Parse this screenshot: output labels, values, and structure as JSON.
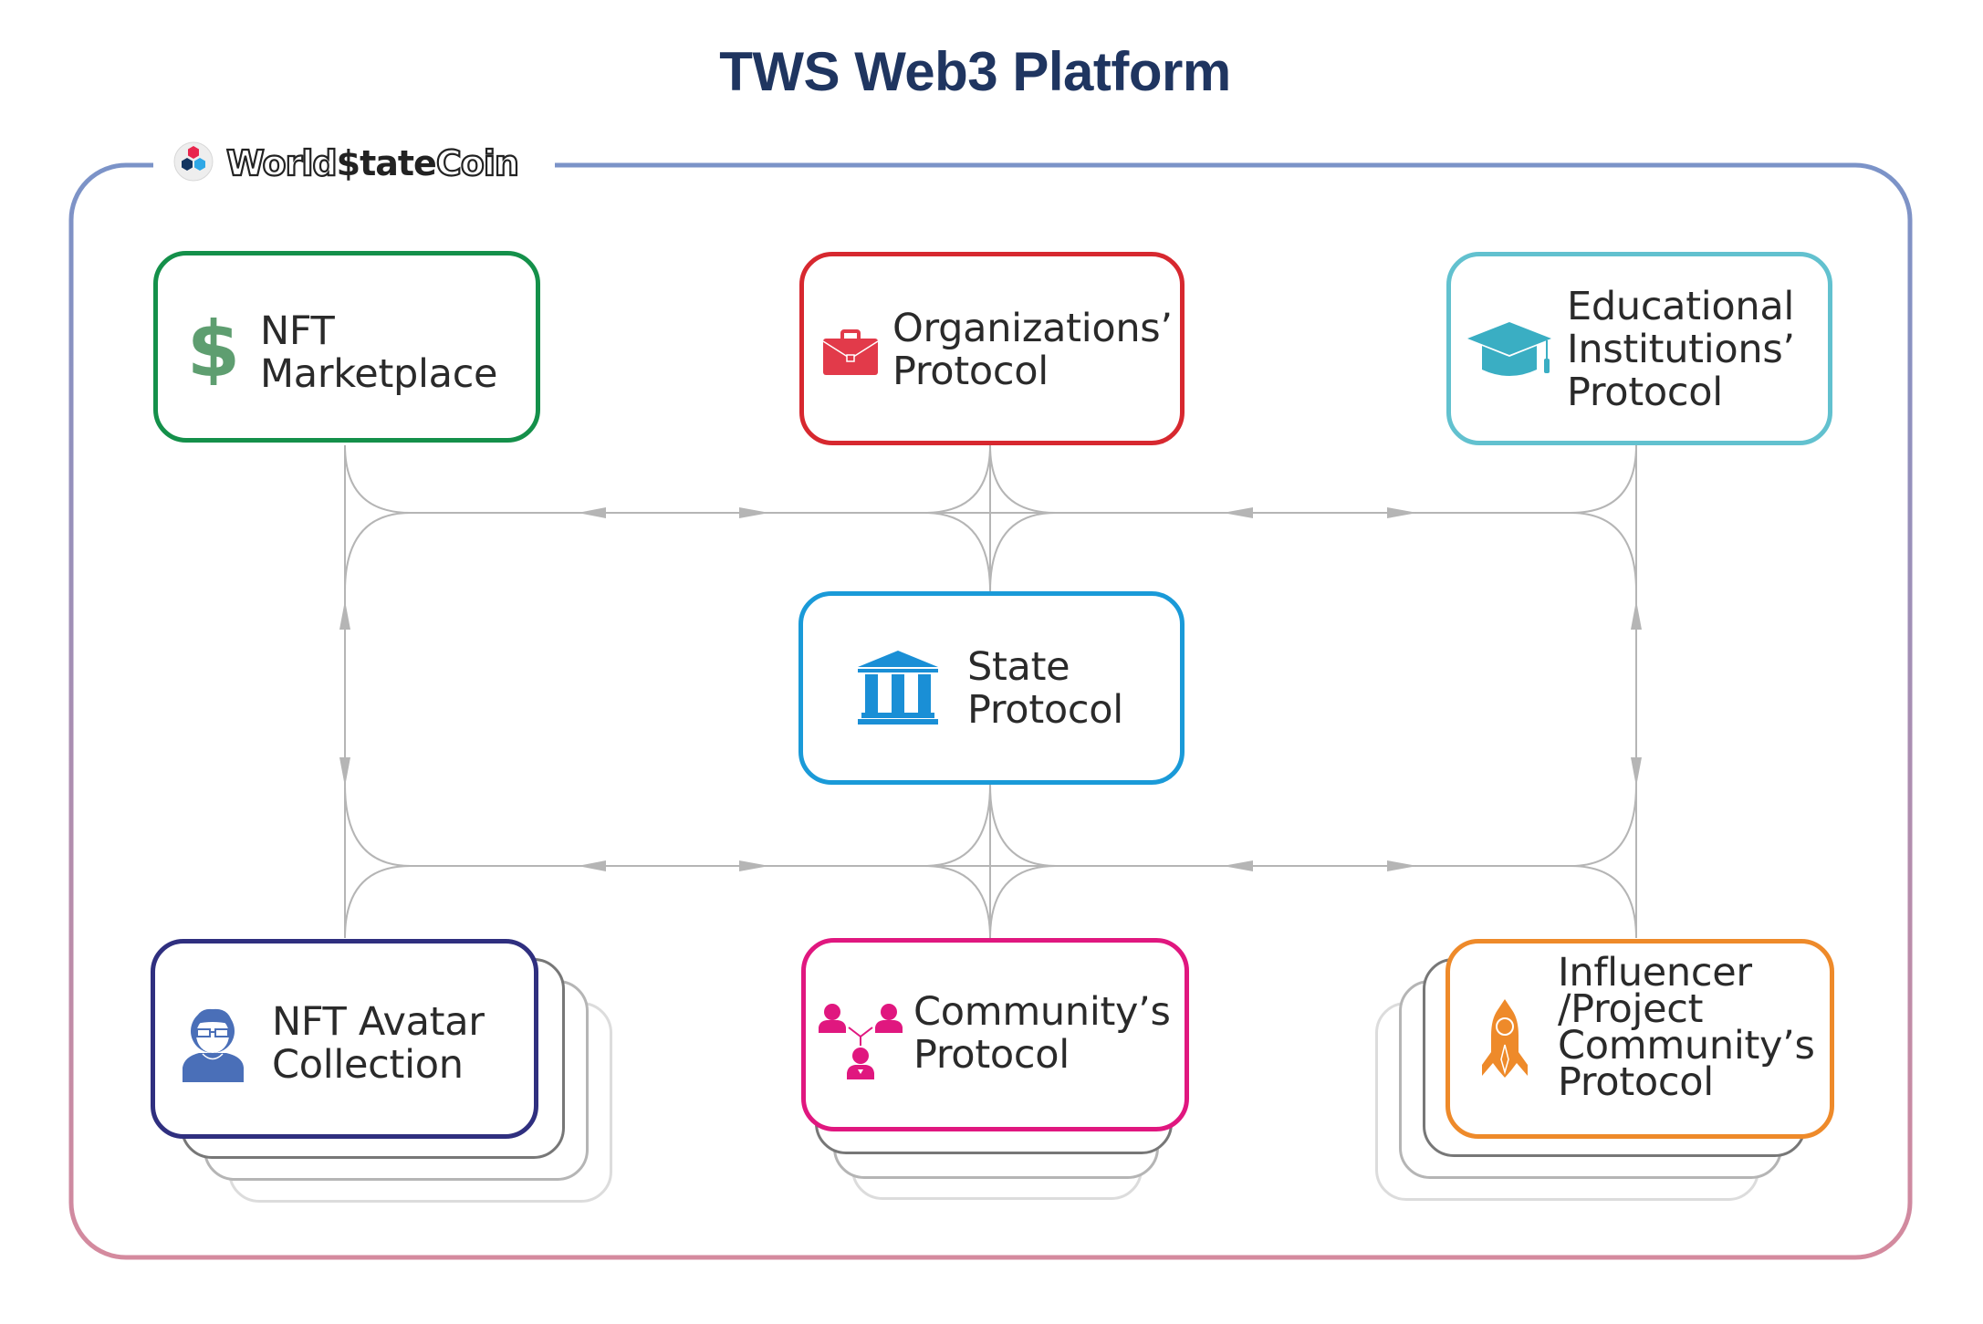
{
  "title": "TWS Web3 Platform",
  "logo": {
    "icon": "worldstatecoin-hexagon-logo-icon",
    "text_part1": "World",
    "text_part2": "$tate",
    "text_part3": "Coin"
  },
  "colors": {
    "title": "#1f3560",
    "frame_top": "#7b93c8",
    "frame_bottom": "#d48a9e",
    "connector": "#b5b5b5"
  },
  "nodes": [
    {
      "id": "nft-marketplace",
      "label": "NFT\nMarketplace",
      "icon": "dollar-sign-icon",
      "color": "#14904a",
      "icon_color": "#5e9e70",
      "stacked": false
    },
    {
      "id": "organizations-protocol",
      "label": "Organizations’\nProtocol",
      "icon": "briefcase-icon",
      "color": "#d7282f",
      "icon_color": "#e23a4a",
      "stacked": false
    },
    {
      "id": "educational-protocol",
      "label": "Educational\nInstitutions’\nProtocol",
      "icon": "graduation-cap-icon",
      "color": "#62c1cf",
      "icon_color": "#3aaec3",
      "stacked": false
    },
    {
      "id": "state-protocol",
      "label": "State\nProtocol",
      "icon": "government-building-icon",
      "color": "#1a9ad8",
      "icon_color": "#1a8fd6",
      "stacked": false
    },
    {
      "id": "nft-avatar-collection",
      "label": "NFT Avatar\nCollection",
      "icon": "avatar-person-glasses-icon",
      "color": "#2f2f7f",
      "icon_color": "#4a6fb8",
      "stacked": true
    },
    {
      "id": "community-protocol",
      "label": "Community’s\nProtocol",
      "icon": "community-network-icon",
      "color": "#e0177f",
      "icon_color": "#e0177f",
      "stacked": true
    },
    {
      "id": "influencer-protocol",
      "label": "Influencer\n/Project\nCommunity’s\nProtocol",
      "icon": "rocket-icon",
      "color": "#ee8a2a",
      "icon_color": "#ee8a2a",
      "stacked": true
    }
  ],
  "connections": [
    {
      "from": "nft-marketplace",
      "to": "organizations-protocol",
      "direction": "bidirectional"
    },
    {
      "from": "organizations-protocol",
      "to": "educational-protocol",
      "direction": "bidirectional"
    },
    {
      "from": "nft-avatar-collection",
      "to": "community-protocol",
      "direction": "bidirectional"
    },
    {
      "from": "community-protocol",
      "to": "influencer-protocol",
      "direction": "bidirectional"
    },
    {
      "from": "nft-marketplace",
      "to": "nft-avatar-collection",
      "direction": "bidirectional"
    },
    {
      "from": "educational-protocol",
      "to": "influencer-protocol",
      "direction": "bidirectional"
    },
    {
      "from": "organizations-protocol",
      "to": "state-protocol",
      "direction": "none"
    },
    {
      "from": "state-protocol",
      "to": "community-protocol",
      "direction": "none"
    }
  ]
}
